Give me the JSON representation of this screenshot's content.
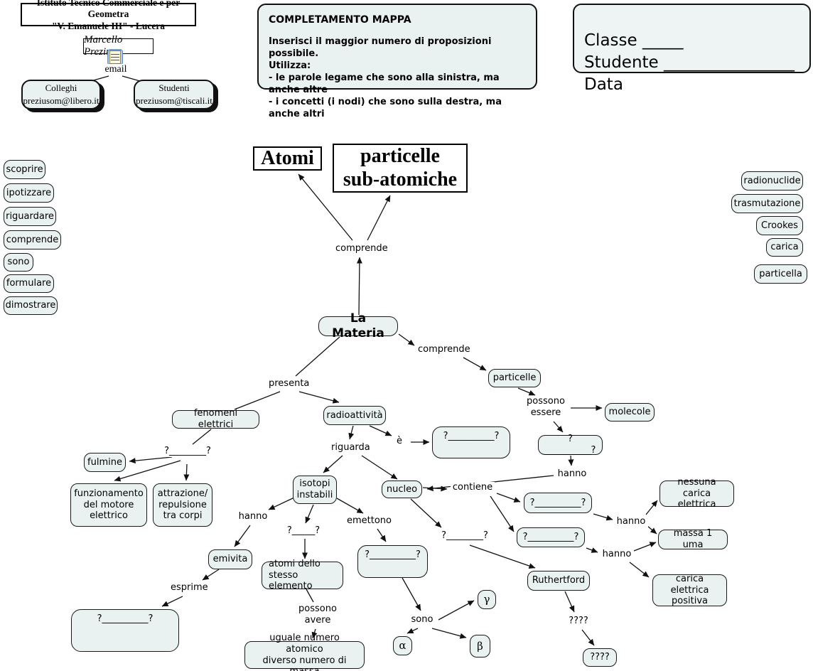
{
  "header": {
    "institution_line1": "Istituto Tecnico Commerciale e per Geometra",
    "institution_line2": "\"V. Emanuele III\" - Lucera",
    "author": "Marcello Preziuso",
    "email_label": "email",
    "contact_colleghi_title": "Colleghi",
    "contact_colleghi_email": "preziusom@libero.it",
    "contact_studenti_title": "Studenti",
    "contact_studenti_email": "preziusom@tiscali.it"
  },
  "instructions": {
    "title": "COMPLETAMENTO MAPPA",
    "body": "Inserisci il maggior numero di proposizioni possibile.\nUtilizza:\n- le parole legame che sono alla sinistra, ma anche altre\n- i concetti (i nodi) che sono sulla destra, ma anche altri"
  },
  "student_form": {
    "text": "Classe _____\nStudente ________________\nData"
  },
  "word_bank_left": [
    "scoprire",
    "ipotizzare",
    "riguardare",
    "comprende",
    "sono",
    "formulare",
    "dimostrare"
  ],
  "word_bank_right": [
    "radionuclide",
    "trasmutazione",
    "Crookes",
    "carica",
    "particella"
  ],
  "map": {
    "concepts": {
      "atomi": "Atomi",
      "particelle_sub": "particelle\nsub-atomiche",
      "la_materia": "La Materia",
      "particelle": "particelle",
      "molecole": "molecole",
      "fenomeni_elettrici": "fenomeni elettrici",
      "radioattivita": "radioattività",
      "fulmine": "fulmine",
      "funzionamento_motore": "funzionamento\ndel motore\nelettrico",
      "attrazione_repulsione": "attrazione/\nrepulsione\ntra corpi",
      "isotopi_instabili": "isotopi\ninstabili",
      "nucleo": "nucleo",
      "emivita": "emivita",
      "atomi_stesso_elemento": "atomi dello\nstesso elemento",
      "uguale_numero": "uguale numero atomico\ndiverso numero di massa",
      "nessuna_carica": "nessuna\ncarica elettrica",
      "massa_uma": "massa 1 uma",
      "carica_positiva": "carica elettrica\npositiva",
      "ruthertford": "Ruthertford",
      "quattro_q_box": "????",
      "alpha": "α",
      "beta": "β",
      "gamma": "γ",
      "blank_e_target": "?__________?",
      "blank_possono_target": "?__________?",
      "blank_contiene_1": "?__________?",
      "blank_contiene_2": "?__________?",
      "blank_emettono_target": "?__________?",
      "blank_esprime_target": "?__________?"
    },
    "links": {
      "comprende_top": "comprende",
      "comprende_right": "comprende",
      "presenta": "presenta",
      "possono_essere": "possono\nessere",
      "e_verb": "è",
      "riguarda": "riguarda",
      "hanno_top": "hanno",
      "contiene": "contiene",
      "hanno_mid": "hanno",
      "hanno_low": "hanno",
      "hanno_isotopi": "hanno",
      "emettono": "emettono",
      "esprime": "esprime",
      "sono": "sono",
      "possono_avere": "possono\navere",
      "blank_fenomeni": "?________?",
      "blank_isotopi": "?_____?",
      "blank_nucleo": "?________?",
      "quattro_q": "????"
    }
  },
  "colors": {
    "node_fill": "#eaf1f1",
    "node_border": "#1a1a1a",
    "line": "#111111",
    "resource_icon_border": "#6a9fe0"
  }
}
